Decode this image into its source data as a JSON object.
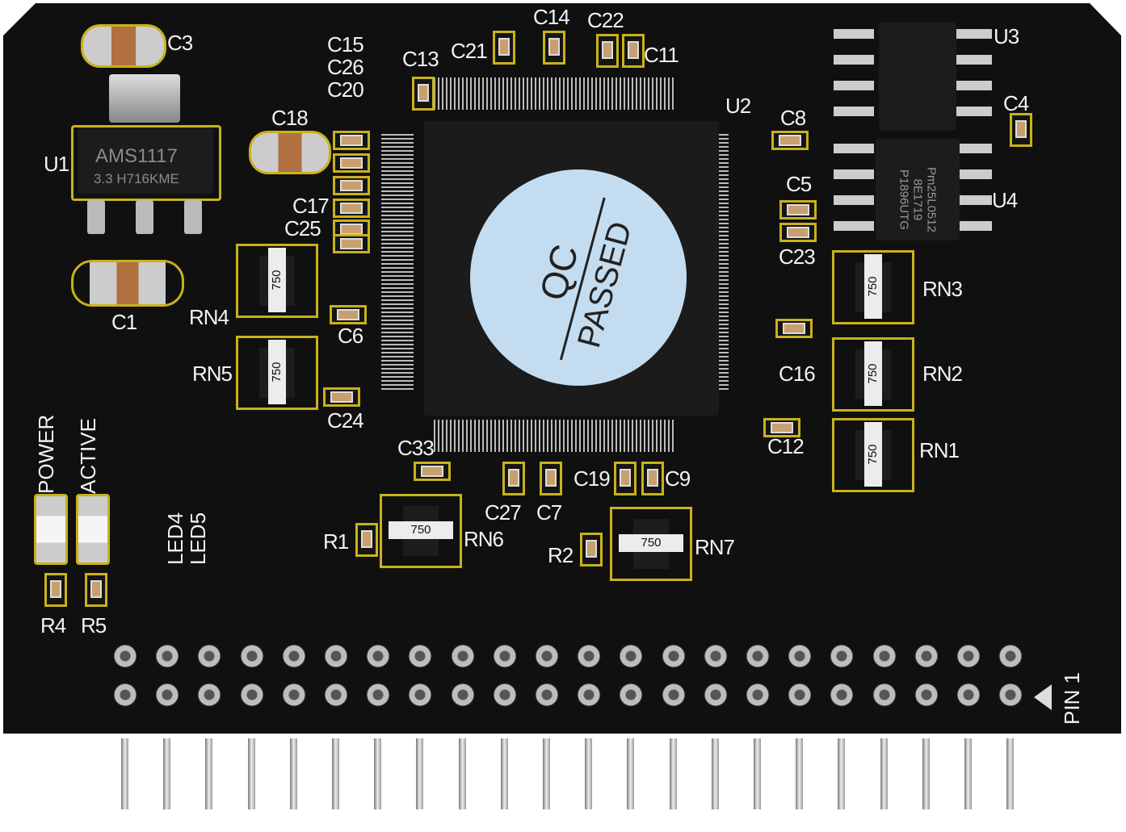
{
  "board": {
    "main_chip": {
      "designator": "U2",
      "sticker_line1": "QC",
      "sticker_line2": "PASSED"
    },
    "regulator": {
      "designator": "U1",
      "marking_line1": "AMS1117",
      "marking_line2": "3.3  H716KME"
    },
    "flash_chip": {
      "designator": "U4",
      "marking_line1": "Pm25L0512",
      "marking_line2": "8E1719",
      "marking_line3": "P1896UTG"
    },
    "u3": {
      "designator": "U3"
    },
    "resistor_network_value": "750",
    "labels": {
      "C3": "C3",
      "C15": "C15",
      "C26": "C26",
      "C20": "C20",
      "C13": "C13",
      "C21": "C21",
      "C14": "C14",
      "C22": "C22",
      "C11": "C11",
      "C4": "C4",
      "C8": "C8",
      "C18": "C18",
      "C5": "C5",
      "C17": "C17",
      "C25": "C25",
      "C23": "C23",
      "RN3": "RN3",
      "RN4": "RN4",
      "C1": "C1",
      "C6": "C6",
      "C16": "C16",
      "RN2": "RN2",
      "RN5": "RN5",
      "C24": "C24",
      "C12": "C12",
      "RN1": "RN1",
      "C33": "C33",
      "C19": "C19",
      "C9": "C9",
      "C27": "C27",
      "C7": "C7",
      "R1": "R1",
      "RN6": "RN6",
      "R2": "R2",
      "RN7": "RN7",
      "R4": "R4",
      "R5": "R5"
    },
    "led_labels": {
      "power": "POWER",
      "active": "ACTIVE",
      "led4": "LED4",
      "led5": "LED5"
    },
    "pin1_label": "PIN 1",
    "header_pins_per_row": 22
  }
}
